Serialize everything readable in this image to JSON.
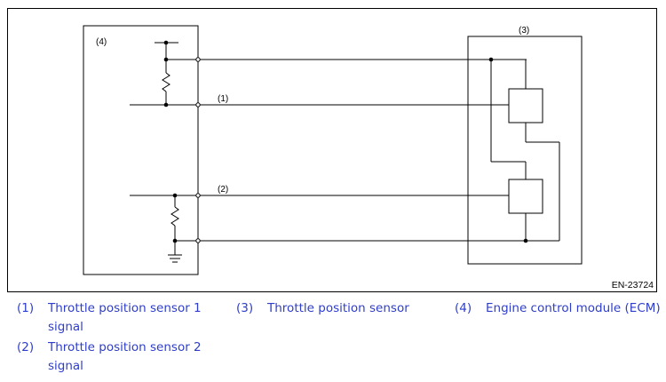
{
  "diagram": {
    "figure_id": "EN-23724",
    "labels": {
      "ecm": "(4)",
      "sensor": "(3)",
      "signal1": "(1)",
      "signal2": "(2)"
    }
  },
  "legend": [
    {
      "num": "(1)",
      "line1": "Throttle position sensor 1",
      "line2": "signal"
    },
    {
      "num": "(2)",
      "line1": "Throttle position sensor 2",
      "line2": "signal"
    },
    {
      "num": "(3)",
      "line1": "Throttle position sensor",
      "line2": ""
    },
    {
      "num": "(4)",
      "line1": "Engine control module (ECM)",
      "line2": ""
    }
  ],
  "colors": {
    "legend_text": "#2f3ec9",
    "line": "#000000"
  }
}
